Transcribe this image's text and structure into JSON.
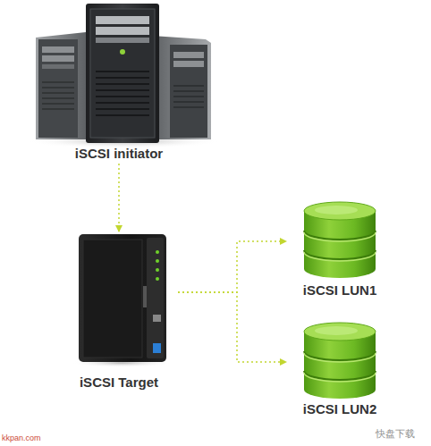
{
  "diagram": {
    "nodes": [
      {
        "text": [
          "iSCSI initiator"
        ]
      },
      {
        "text": [
          "iSCSI Target"
        ]
      },
      {
        "text": [
          "iSCSI LUN1"
        ]
      },
      {
        "text": [
          "iSCSI LUN2"
        ]
      }
    ],
    "edges": [
      {
        "from": 0,
        "to": 1,
        "arrow": "to"
      },
      {
        "from": 1,
        "to": 2,
        "arrow": "to"
      },
      {
        "from": 1,
        "to": 3,
        "arrow": "to"
      }
    ],
    "labels": [
      "kkpan.com",
      "快盘下载"
    ]
  }
}
